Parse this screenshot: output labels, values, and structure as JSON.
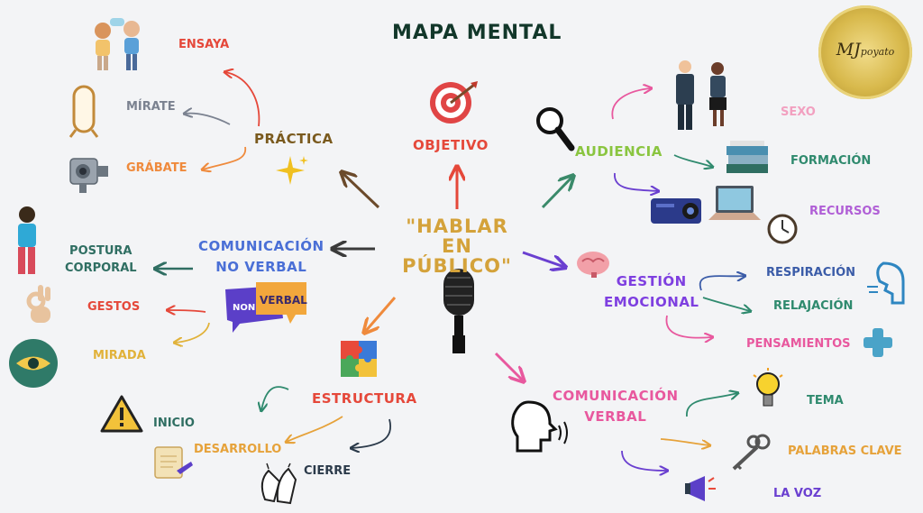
{
  "title": "MAPA MENTAL",
  "logo": {
    "main": "MJ",
    "sub": "poyato"
  },
  "center": {
    "line1": "\"HABLAR EN",
    "line2": "PÚBLICO\""
  },
  "badge": {
    "left": "NON",
    "right": "VERBAL"
  },
  "branches": {
    "objetivo": {
      "label": "OBJETIVO",
      "color": "#e5483a"
    },
    "practica": {
      "label": "PRÁCTICA",
      "color": "#7a5a1e",
      "children": {
        "ensaya": "ENSAYA",
        "mirate": "MÍRATE",
        "grabate": "GRÁBATE"
      }
    },
    "audiencia": {
      "label": "AUDIENCIA",
      "color": "#8ac540",
      "children": {
        "sexo": "SEXO",
        "formacion": "FORMACIÓN",
        "recursos": "RECURSOS"
      }
    },
    "no_verbal": {
      "line1": "COMUNICACIÓN",
      "line2": "NO VERBAL",
      "color": "#4a6fd6",
      "children": {
        "postura1": "POSTURA",
        "postura2": "CORPORAL",
        "gestos": "GESTOS",
        "mirada": "MIRADA"
      }
    },
    "gestion": {
      "line1": "GESTIÓN",
      "line2": "EMOCIONAL",
      "color": "#7e3fe0",
      "children": {
        "respiracion": "RESPIRACIÓN",
        "relajacion": "RELAJACIÓN",
        "pensamientos": "PENSAMIENTOS"
      }
    },
    "estructura": {
      "label": "ESTRUCTURA",
      "color": "#e5483a",
      "children": {
        "inicio": "INICIO",
        "desarrollo": "DESARROLLO",
        "cierre": "CIERRE"
      }
    },
    "verbal": {
      "line1": "COMUNICACIÓN",
      "line2": "VERBAL",
      "color": "#e8589e",
      "children": {
        "tema": "TEMA",
        "palabras": "PALABRAS CLAVE",
        "voz": "LA VOZ"
      }
    }
  },
  "colors": {
    "ensaya": "#e5483a",
    "mirate": "#7b8290",
    "grabate": "#ef8a3c",
    "sexo": "#f2a0c0",
    "formacion": "#2f8a6e",
    "recursos": "#b05fd6",
    "postura": "#2f6e62",
    "gestos": "#e5483a",
    "mirada": "#e1b23a",
    "respiracion": "#3b5ca8",
    "relajacion": "#2f8a6e",
    "pensamientos": "#e8589e",
    "inicio": "#2f6e62",
    "desarrollo": "#e6a23a",
    "cierre": "#2b3a4a",
    "tema": "#2f8a6e",
    "palabras": "#e6a23a",
    "voz": "#6a3fd0"
  },
  "icons": [
    "couple-talking-icon",
    "mirror-icon",
    "camera-icon",
    "sparkle-icon",
    "target-icon",
    "magnifier-icon",
    "business-people-icon",
    "books-icon",
    "projector-icon",
    "laptop-icon",
    "clock-icon",
    "person-standing-icon",
    "ok-hand-icon",
    "eye-icon",
    "non-verbal-badge-icon",
    "brain-icon",
    "breathing-face-icon",
    "plus-icon",
    "microphone-icon",
    "puzzle-icon",
    "warning-icon",
    "scroll-icon",
    "clapping-icon",
    "speaking-head-icon",
    "lightbulb-icon",
    "keys-icon",
    "megaphone-icon"
  ]
}
